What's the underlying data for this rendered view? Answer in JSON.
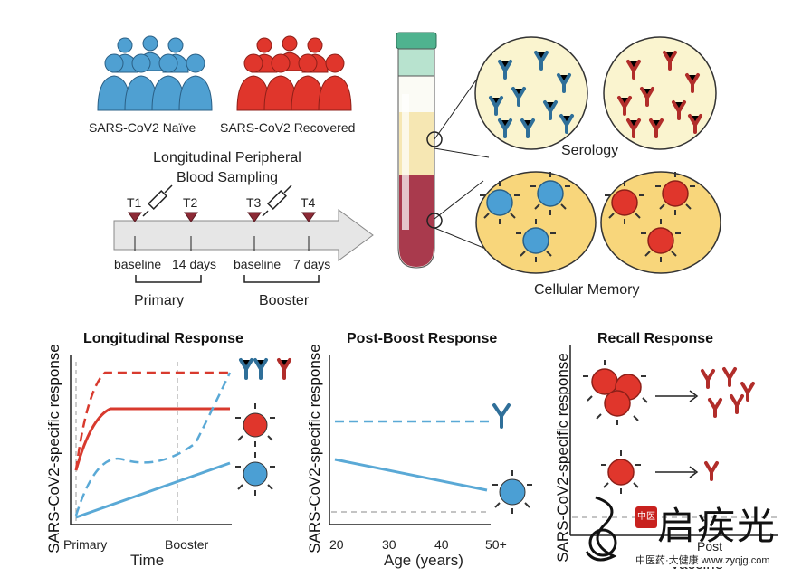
{
  "top": {
    "naive_label": "SARS-CoV2 Naïve",
    "recovered_label": "SARS-CoV2 Recovered",
    "sampling_title_line1": "Longitudinal Peripheral",
    "sampling_title_line2": "Blood Sampling",
    "timepoints": [
      "T1",
      "T2",
      "T3",
      "T4"
    ],
    "timepoint_labels": [
      "baseline",
      "14 days",
      "baseline",
      "7 days"
    ],
    "group_labels": [
      "Primary",
      "Booster"
    ],
    "serology_label": "Serology",
    "cellular_label": "Cellular Memory"
  },
  "panels": {
    "longitudinal": {
      "title": "Longitudinal Response",
      "ylabel": "SARS-CoV2-specific response",
      "xlabel": "Time",
      "xticks": [
        "Primary",
        "Booster"
      ]
    },
    "postboost": {
      "title": "Post-Boost Response",
      "ylabel": "SARS-CoV2-specific response",
      "xlabel": "Age (years)",
      "xticks": [
        "20",
        "30",
        "40",
        "50+"
      ]
    },
    "recall": {
      "title": "Recall Response",
      "ylabel": "SARS-CoV2-specific response",
      "xtick1": "Post",
      "xtick2": "Vaccine"
    }
  },
  "watermark": {
    "seal": "中医",
    "brand": "启疾光",
    "url": "中医药·大健康 www.zyqjg.com"
  },
  "colors": {
    "blue": "#5aa9d6",
    "red": "#d83a2e",
    "darkred": "#a8322e",
    "arrow": "#e3e3e3",
    "serum": "#f8efc8",
    "blood": "#a93a4d",
    "green": "#4fb38f"
  }
}
